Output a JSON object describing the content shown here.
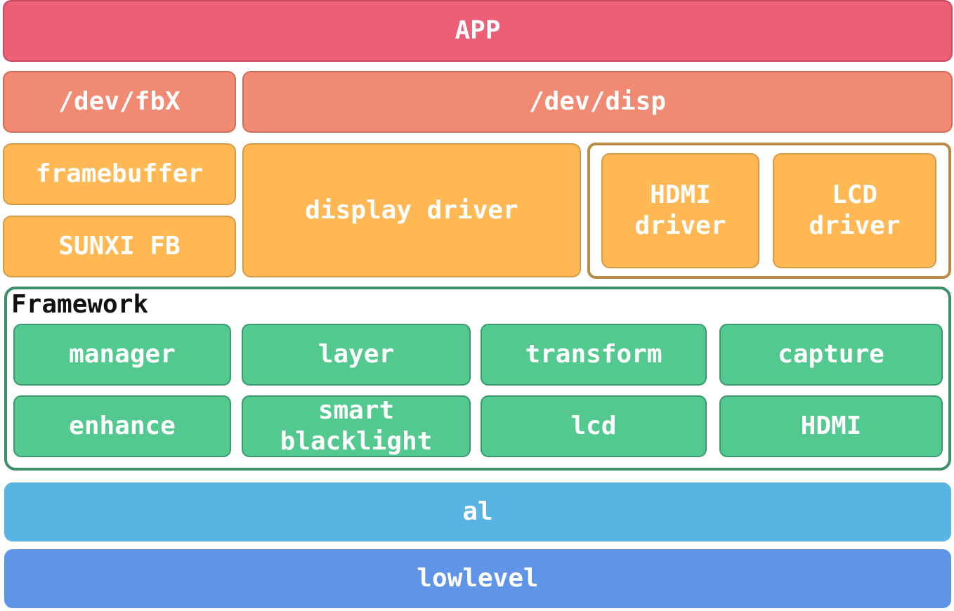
{
  "layers": {
    "app": "APP",
    "dev_fb": "/dev/fbX",
    "dev_disp": "/dev/disp",
    "framebuffer": "framebuffer",
    "sunxi_fb": "SUNXI FB",
    "display_driver": "display driver",
    "hdmi_driver": "HDMI\ndriver",
    "lcd_driver": "LCD\ndriver"
  },
  "framework": {
    "title": "Framework",
    "modules": [
      "manager",
      "layer",
      "transform",
      "capture",
      "enhance",
      "smart\nblacklight",
      "lcd",
      "HDMI"
    ]
  },
  "al": "al",
  "lowlevel": "lowlevel"
}
